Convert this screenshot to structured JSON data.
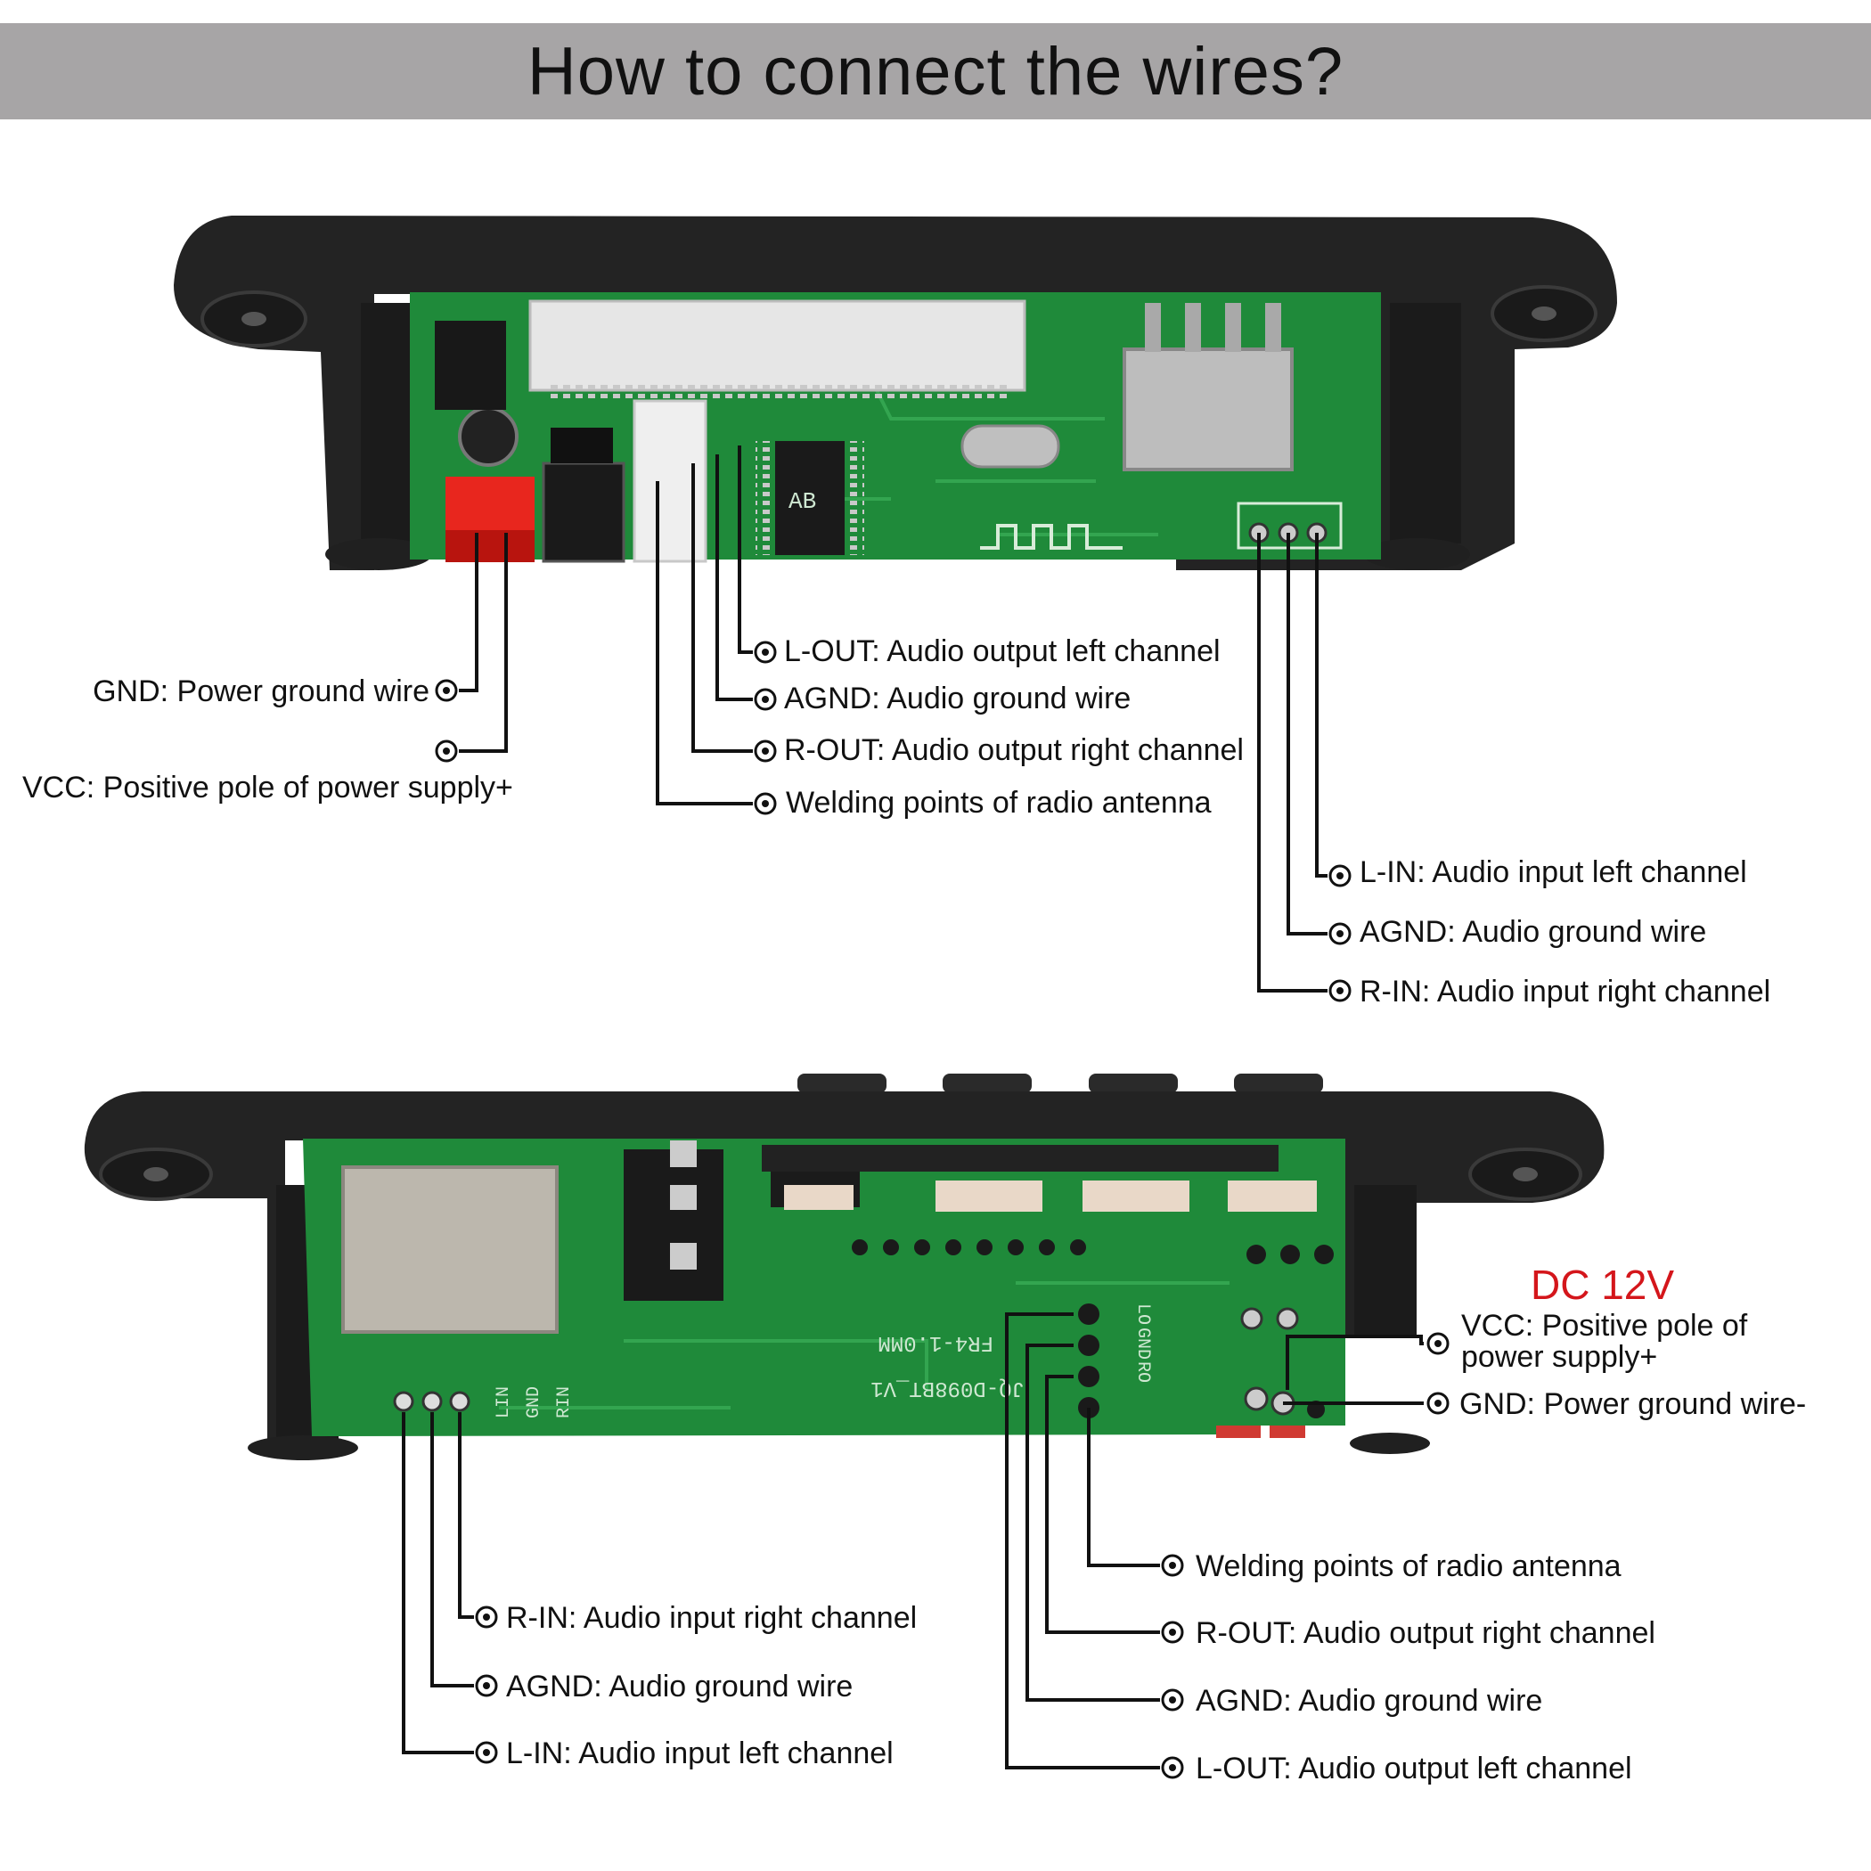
{
  "title": "How to connect the wires?",
  "colors": {
    "banner": "#a7a5a6",
    "pcb": "#1f8a3a",
    "panel": "#222222",
    "dc_label": "#d4161b"
  },
  "top_board": {
    "silkscreen": {
      "chip": "AB"
    },
    "labels": {
      "gnd": "GND: Power ground wire",
      "vcc": "VCC: Positive pole of power supply+",
      "lout": "L-OUT: Audio output left channel",
      "agnd_out": "AGND: Audio ground wire",
      "rout": "R-OUT: Audio output right channel",
      "antenna": "Welding points of radio antenna",
      "lin": "L-IN: Audio input left channel",
      "agnd_in": "AGND: Audio ground wire",
      "rin": "R-IN: Audio input right channel"
    }
  },
  "bottom_board": {
    "dc_label": "DC 12V",
    "silkscreen": {
      "lin": "LIN",
      "gnd": "GND",
      "rin": "RIN",
      "lo": "LO",
      "gnd2": "GND",
      "ro": "RO",
      "model": "JQ-D098BT_V1",
      "rev": "FR4-1.0MM"
    },
    "labels": {
      "vcc_line1": "VCC: Positive pole of",
      "vcc_line2": "power supply+",
      "gnd": "GND: Power ground wire-",
      "antenna": "Welding points of radio antenna",
      "rout": "R-OUT: Audio output right channel",
      "agnd_out": "AGND: Audio ground wire",
      "lout": "L-OUT: Audio output left channel",
      "rin": "R-IN: Audio input right channel",
      "agnd_in": "AGND: Audio ground wire",
      "lin": "L-IN: Audio input left channel"
    }
  }
}
